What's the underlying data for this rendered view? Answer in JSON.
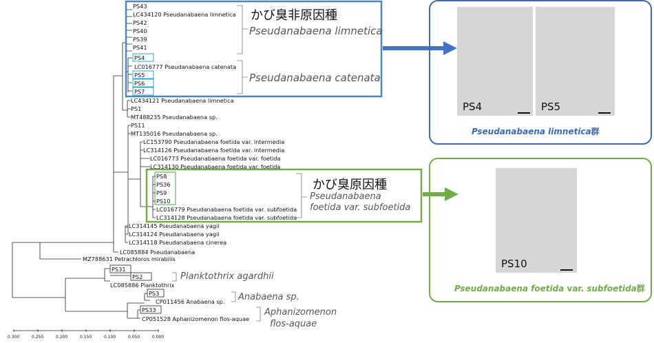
{
  "leaves": [
    {
      "id": "ps43",
      "text": "PS43"
    },
    {
      "id": "lc434120",
      "text": "LC434120 Pseudanabaena limnetica"
    },
    {
      "id": "ps42",
      "text": "PS42"
    },
    {
      "id": "ps40",
      "text": "PS40"
    },
    {
      "id": "ps39",
      "text": "PS39"
    },
    {
      "id": "ps41",
      "text": "PS41"
    },
    {
      "id": "ps4",
      "text": "PS4"
    },
    {
      "id": "lc016777",
      "text": "LC016777 Pseudanabaena catenata"
    },
    {
      "id": "ps5",
      "text": "PS5"
    },
    {
      "id": "ps6",
      "text": "PS6"
    },
    {
      "id": "ps7",
      "text": "PS7"
    },
    {
      "id": "lc434121",
      "text": "LC434121 Pseudanabaena limnetica"
    },
    {
      "id": "ps1",
      "text": "PS1"
    },
    {
      "id": "mt488235",
      "text": "MT488235 Pseudanabaena sp."
    },
    {
      "id": "ps11",
      "text": "PS11"
    },
    {
      "id": "mt135016",
      "text": "MT135016 Pseudanabaena sp."
    },
    {
      "id": "lc153790",
      "text": "LC153790 Pseudanabaena foetida var. intermedia"
    },
    {
      "id": "lc314126",
      "text": "LC314126 Pseudanabaena foetida var. intermedia"
    },
    {
      "id": "lc016773",
      "text": "LC016773 Pseudanabaena foetida var. foetida"
    },
    {
      "id": "lc314130",
      "text": "LC314130 Pseudanabaena foetida var. foetida"
    },
    {
      "id": "ps8",
      "text": "PS8"
    },
    {
      "id": "ps36",
      "text": "PS36"
    },
    {
      "id": "ps9",
      "text": "PS9"
    },
    {
      "id": "ps10",
      "text": "PS10"
    },
    {
      "id": "lc016779",
      "text": "LC016779 Pseudanabaena foetida var. subfoetida"
    },
    {
      "id": "lc314128",
      "text": "LC314128 Pseudanabaena foetida var. subfoetida"
    },
    {
      "id": "lc314145",
      "text": "LC314145 Pseudanabaena yagii"
    },
    {
      "id": "lc314124",
      "text": "LC314124 Pseudanabaena yagii"
    },
    {
      "id": "lc314118",
      "text": "LC314118 Pseudanabaena cinerea"
    },
    {
      "id": "lc085884",
      "text": "LC085884 Pseudanabaena"
    },
    {
      "id": "mz788631",
      "text": "MZ788631 Petrachloros mirabilis"
    },
    {
      "id": "ps31",
      "text": "PS31"
    },
    {
      "id": "ps2",
      "text": "PS2"
    },
    {
      "id": "lc085886",
      "text": "LC085886 Planktothrix"
    },
    {
      "id": "ps3",
      "text": "PS3"
    },
    {
      "id": "cp011456",
      "text": "CP011456 Anabaena sp."
    },
    {
      "id": "ps33",
      "text": "PS33"
    },
    {
      "id": "cp051528",
      "text": "CP051528 Aphanizomenon flos-aquae"
    }
  ],
  "scale_ticks": [
    "0.300",
    "0.250",
    "0.200",
    "0.150",
    "0.100",
    "0.050",
    "0.000"
  ],
  "groups": {
    "nonmusty": {
      "title": "かび臭非原因種",
      "species_1": "Pseudanabaena limnetica",
      "species_2": "Pseudanabaena catenata",
      "color": "#4a86c8"
    },
    "musty": {
      "title": "かび臭原因種",
      "species_line1": "Pseudanabaena",
      "species_line2": "foetida var. subfoetida",
      "color": "#70ad47"
    }
  },
  "outgroups": {
    "planktothrix": "Planktothrix agardhii",
    "anabaena": "Anabaena sp.",
    "aphanizomenon_1": "Aphanizomenon",
    "aphanizomenon_2": "flos-aquae"
  },
  "photos": {
    "limnetica": {
      "label_1": "PS4",
      "label_2": "PS5",
      "caption_italic": "Pseudanabaena limnetica",
      "caption_suffix": "群",
      "color": "#3b6ab8"
    },
    "foetida": {
      "label": "PS10",
      "caption_italic_1": "Pseudanabaena foetida",
      "caption_mid": " var. ",
      "caption_italic_2": "subfoetida",
      "caption_suffix": "群",
      "color": "#70ad47"
    }
  }
}
